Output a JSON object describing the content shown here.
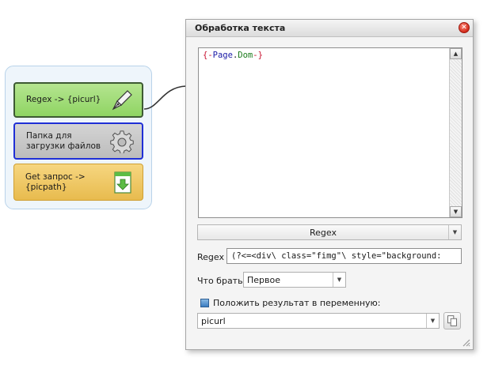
{
  "nodes": [
    {
      "label": "Regex -> {picurl}",
      "icon": "pen-nib-icon"
    },
    {
      "label": "Папка для загрузки файлов",
      "icon": "gear-icon"
    },
    {
      "label": "Get запрос -> {picpath}",
      "icon": "download-page-icon"
    }
  ],
  "window": {
    "title": "Обработка текста",
    "editor_text": {
      "open": "{-",
      "page": "Page",
      "dot": ".",
      "dom": "Dom",
      "close": "-}"
    },
    "mode_value": "Regex",
    "regex_label": "Regex",
    "regex_value": "(?<=<div\\ class=\"fimg\"\\ style=\"background:",
    "take_label": "Что брать",
    "take_value": "Первое",
    "checkbox_label": "Положить результат в переменную:",
    "checkbox_checked": true,
    "variable_value": "picurl"
  },
  "colors": {
    "brace": "#c8102e",
    "page": "#1a1aa6",
    "dom": "#1a7a1a"
  }
}
